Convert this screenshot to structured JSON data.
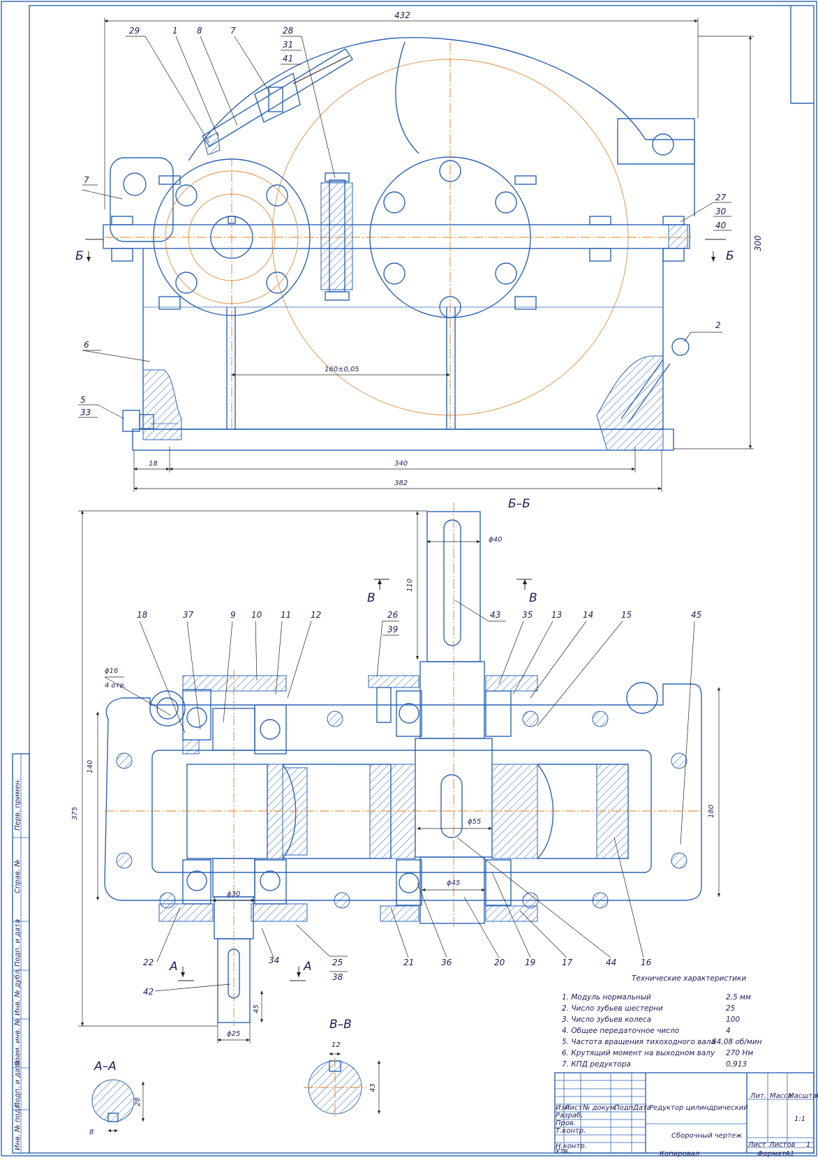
{
  "drawing": {
    "section_labels": {
      "bb_title": "Б–Б",
      "vv_title": "В–В",
      "aa_title": "А–А"
    },
    "cut_markers": {
      "b": "Б",
      "v": "В",
      "a": "А"
    },
    "top_dimensions": {
      "width_432": "432",
      "height_300": "300",
      "center_dist": "160±0,05",
      "d18": "18",
      "d340": "340",
      "d382": "382"
    },
    "section_dimensions": {
      "d40": "ϕ40",
      "d110": "110",
      "d375": "375",
      "d140": "140",
      "d180": "180",
      "d16": "ϕ16",
      "d16_note": "4 отв.",
      "d55": "ϕ55",
      "d45": "ϕ45",
      "d30": "ϕ30",
      "d25": "ϕ25",
      "l45": "45",
      "vv_12": "12",
      "vv_43": "43",
      "aa_28": "28",
      "aa_8": "8"
    },
    "callouts_top": [
      {
        "id": "29",
        "text": "29"
      },
      {
        "id": "1",
        "text": "1"
      },
      {
        "id": "8",
        "text": "8"
      },
      {
        "id": "7a",
        "text": "7"
      },
      {
        "id": "28",
        "text": "28"
      },
      {
        "id": "31",
        "text": "31"
      },
      {
        "id": "41",
        "text": "41"
      },
      {
        "id": "7b",
        "text": "7"
      },
      {
        "id": "27",
        "text": "27"
      },
      {
        "id": "30",
        "text": "30"
      },
      {
        "id": "40",
        "text": "40"
      },
      {
        "id": "2",
        "text": "2"
      },
      {
        "id": "6",
        "text": "6"
      },
      {
        "id": "5",
        "text": "5"
      },
      {
        "id": "33",
        "text": "33"
      }
    ],
    "callouts_section": [
      {
        "id": "18",
        "text": "18"
      },
      {
        "id": "37",
        "text": "37"
      },
      {
        "id": "9",
        "text": "9"
      },
      {
        "id": "10",
        "text": "10"
      },
      {
        "id": "11",
        "text": "11"
      },
      {
        "id": "12",
        "text": "12"
      },
      {
        "id": "26",
        "text": "26"
      },
      {
        "id": "39",
        "text": "39"
      },
      {
        "id": "43",
        "text": "43"
      },
      {
        "id": "35",
        "text": "35"
      },
      {
        "id": "13",
        "text": "13"
      },
      {
        "id": "14",
        "text": "14"
      },
      {
        "id": "15",
        "text": "15"
      },
      {
        "id": "45",
        "text": "45"
      },
      {
        "id": "22",
        "text": "22"
      },
      {
        "id": "42",
        "text": "42"
      },
      {
        "id": "34",
        "text": "34"
      },
      {
        "id": "25",
        "text": "25"
      },
      {
        "id": "38",
        "text": "38"
      },
      {
        "id": "21",
        "text": "21"
      },
      {
        "id": "36",
        "text": "36"
      },
      {
        "id": "20",
        "text": "20"
      },
      {
        "id": "19",
        "text": "19"
      },
      {
        "id": "17",
        "text": "17"
      },
      {
        "id": "44",
        "text": "44"
      },
      {
        "id": "16",
        "text": "16"
      }
    ]
  },
  "tech": {
    "title": "Технические характеристики",
    "rows": [
      {
        "label": "1. Модуль нормальный",
        "value": "2,5 мм"
      },
      {
        "label": "2. Число зубьев шестерни",
        "value": "25"
      },
      {
        "label": "3. Число зубьев колеса",
        "value": "100"
      },
      {
        "label": "4. Общее передаточное число",
        "value": "4"
      },
      {
        "label": "5. Частота вращения тихоходного вала",
        "value": "84,08 об/мин"
      },
      {
        "label": "6. Крутящий момент на выходном валу",
        "value": "270 Нм"
      },
      {
        "label": "7. КПД редуктора",
        "value": "0,913"
      }
    ]
  },
  "title_block": {
    "name": "Редуктор цилиндрический",
    "doc_type": "Сборочный чертеж",
    "col_headers": [
      "Изм",
      "Лист",
      "№ докум.",
      "Подп.",
      "Дата"
    ],
    "roles": [
      "Разраб.",
      "Пров.",
      "Т.контр.",
      "Н.контр.",
      "Утв."
    ],
    "lit": "Лит.",
    "mass": "Масса",
    "scale_label": "Масштаб",
    "scale": "1:1",
    "sheet": "Лист",
    "sheets": "Листов",
    "sheets_count": "1",
    "copied": "Копировал",
    "format_label": "Формат",
    "format": "А1"
  },
  "side_stamp": {
    "cells": [
      "Перв. примен.",
      "Справ. №",
      "Подп. и дата",
      "Инв. № дубл.",
      "Взам. инв. №",
      "Подп. и дата",
      "Инв. № подл."
    ]
  }
}
